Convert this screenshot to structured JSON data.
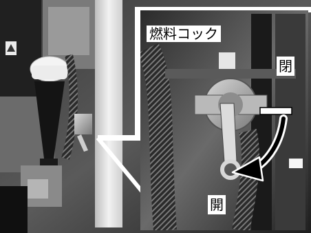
{
  "labels": {
    "title": "燃料コック",
    "closed": "閉",
    "open": "開"
  }
}
